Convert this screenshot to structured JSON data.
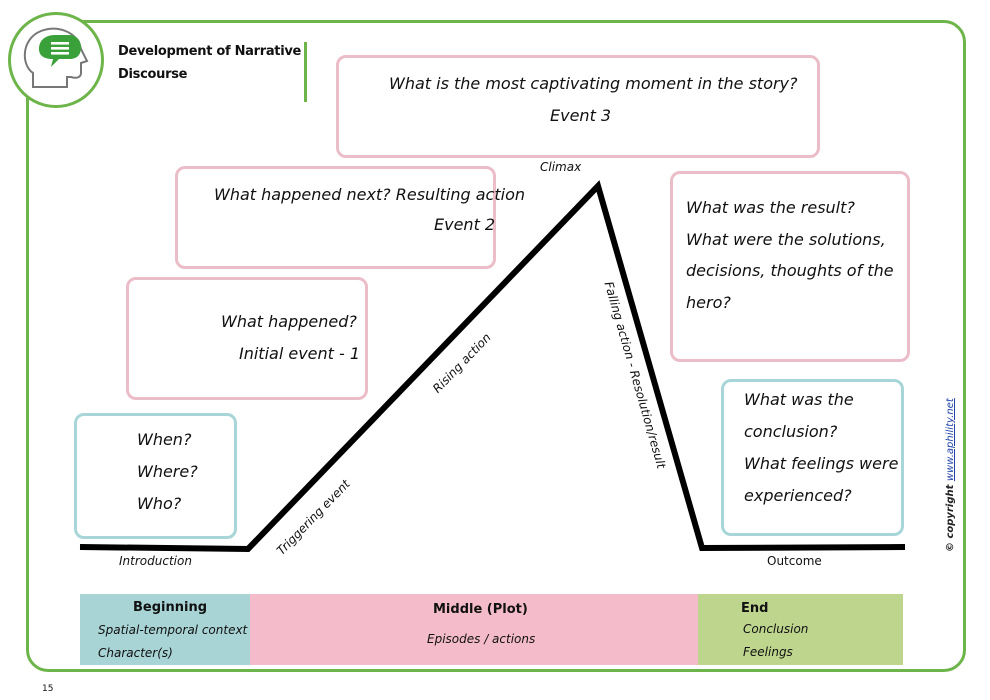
{
  "header": {
    "title_line1": "Development of Narrative",
    "title_line2": "Discourse"
  },
  "boxes": {
    "climax_box": {
      "line1": "What is the most captivating moment in the story?",
      "line2": "Event 3"
    },
    "event2_box": {
      "line1": "What happened next? Resulting action",
      "line2": "Event 2"
    },
    "event1_box": {
      "line1": "What happened?",
      "line2": "Initial event - 1"
    },
    "intro_box": {
      "line1": "When?",
      "line2": "Where?",
      "line3": "Who?"
    },
    "result_box": {
      "line1": "What was the result?",
      "line2": "What were the solutions,",
      "line3": "decisions, thoughts of the",
      "line4": "hero?"
    },
    "conclusion_box": {
      "line1": "What was the",
      "line2": "conclusion?",
      "line3": "What feelings were",
      "line4": "experienced?"
    }
  },
  "diagram_labels": {
    "climax": "Climax",
    "introduction": "Introduction",
    "outcome": "Outcome",
    "triggering_event": "Triggering event",
    "rising_action": "Rising action",
    "falling_action": "Falling action - Resolution/result"
  },
  "bands": {
    "beginning": {
      "heading": "Beginning",
      "line1": "Spatial-temporal context",
      "line2": "Character(s)",
      "color": "#a8d4d6"
    },
    "middle": {
      "heading": "Middle (Plot)",
      "line1": "Episodes / actions",
      "color": "#f4bccb"
    },
    "end": {
      "heading": "End",
      "line1": "Conclusion",
      "line2": "Feelings",
      "color": "#bed58e"
    }
  },
  "colors": {
    "frame_green": "#6db54a",
    "pink_border": "#ebbdc8",
    "teal_border": "#a8d6d8",
    "speech_bubble_green": "#3aa03a"
  },
  "icons": {
    "logo": "head-speech-bubble-icon"
  },
  "copyright": {
    "prefix": "© copyright ",
    "url": "www.aphility.net"
  },
  "page_number": "15"
}
